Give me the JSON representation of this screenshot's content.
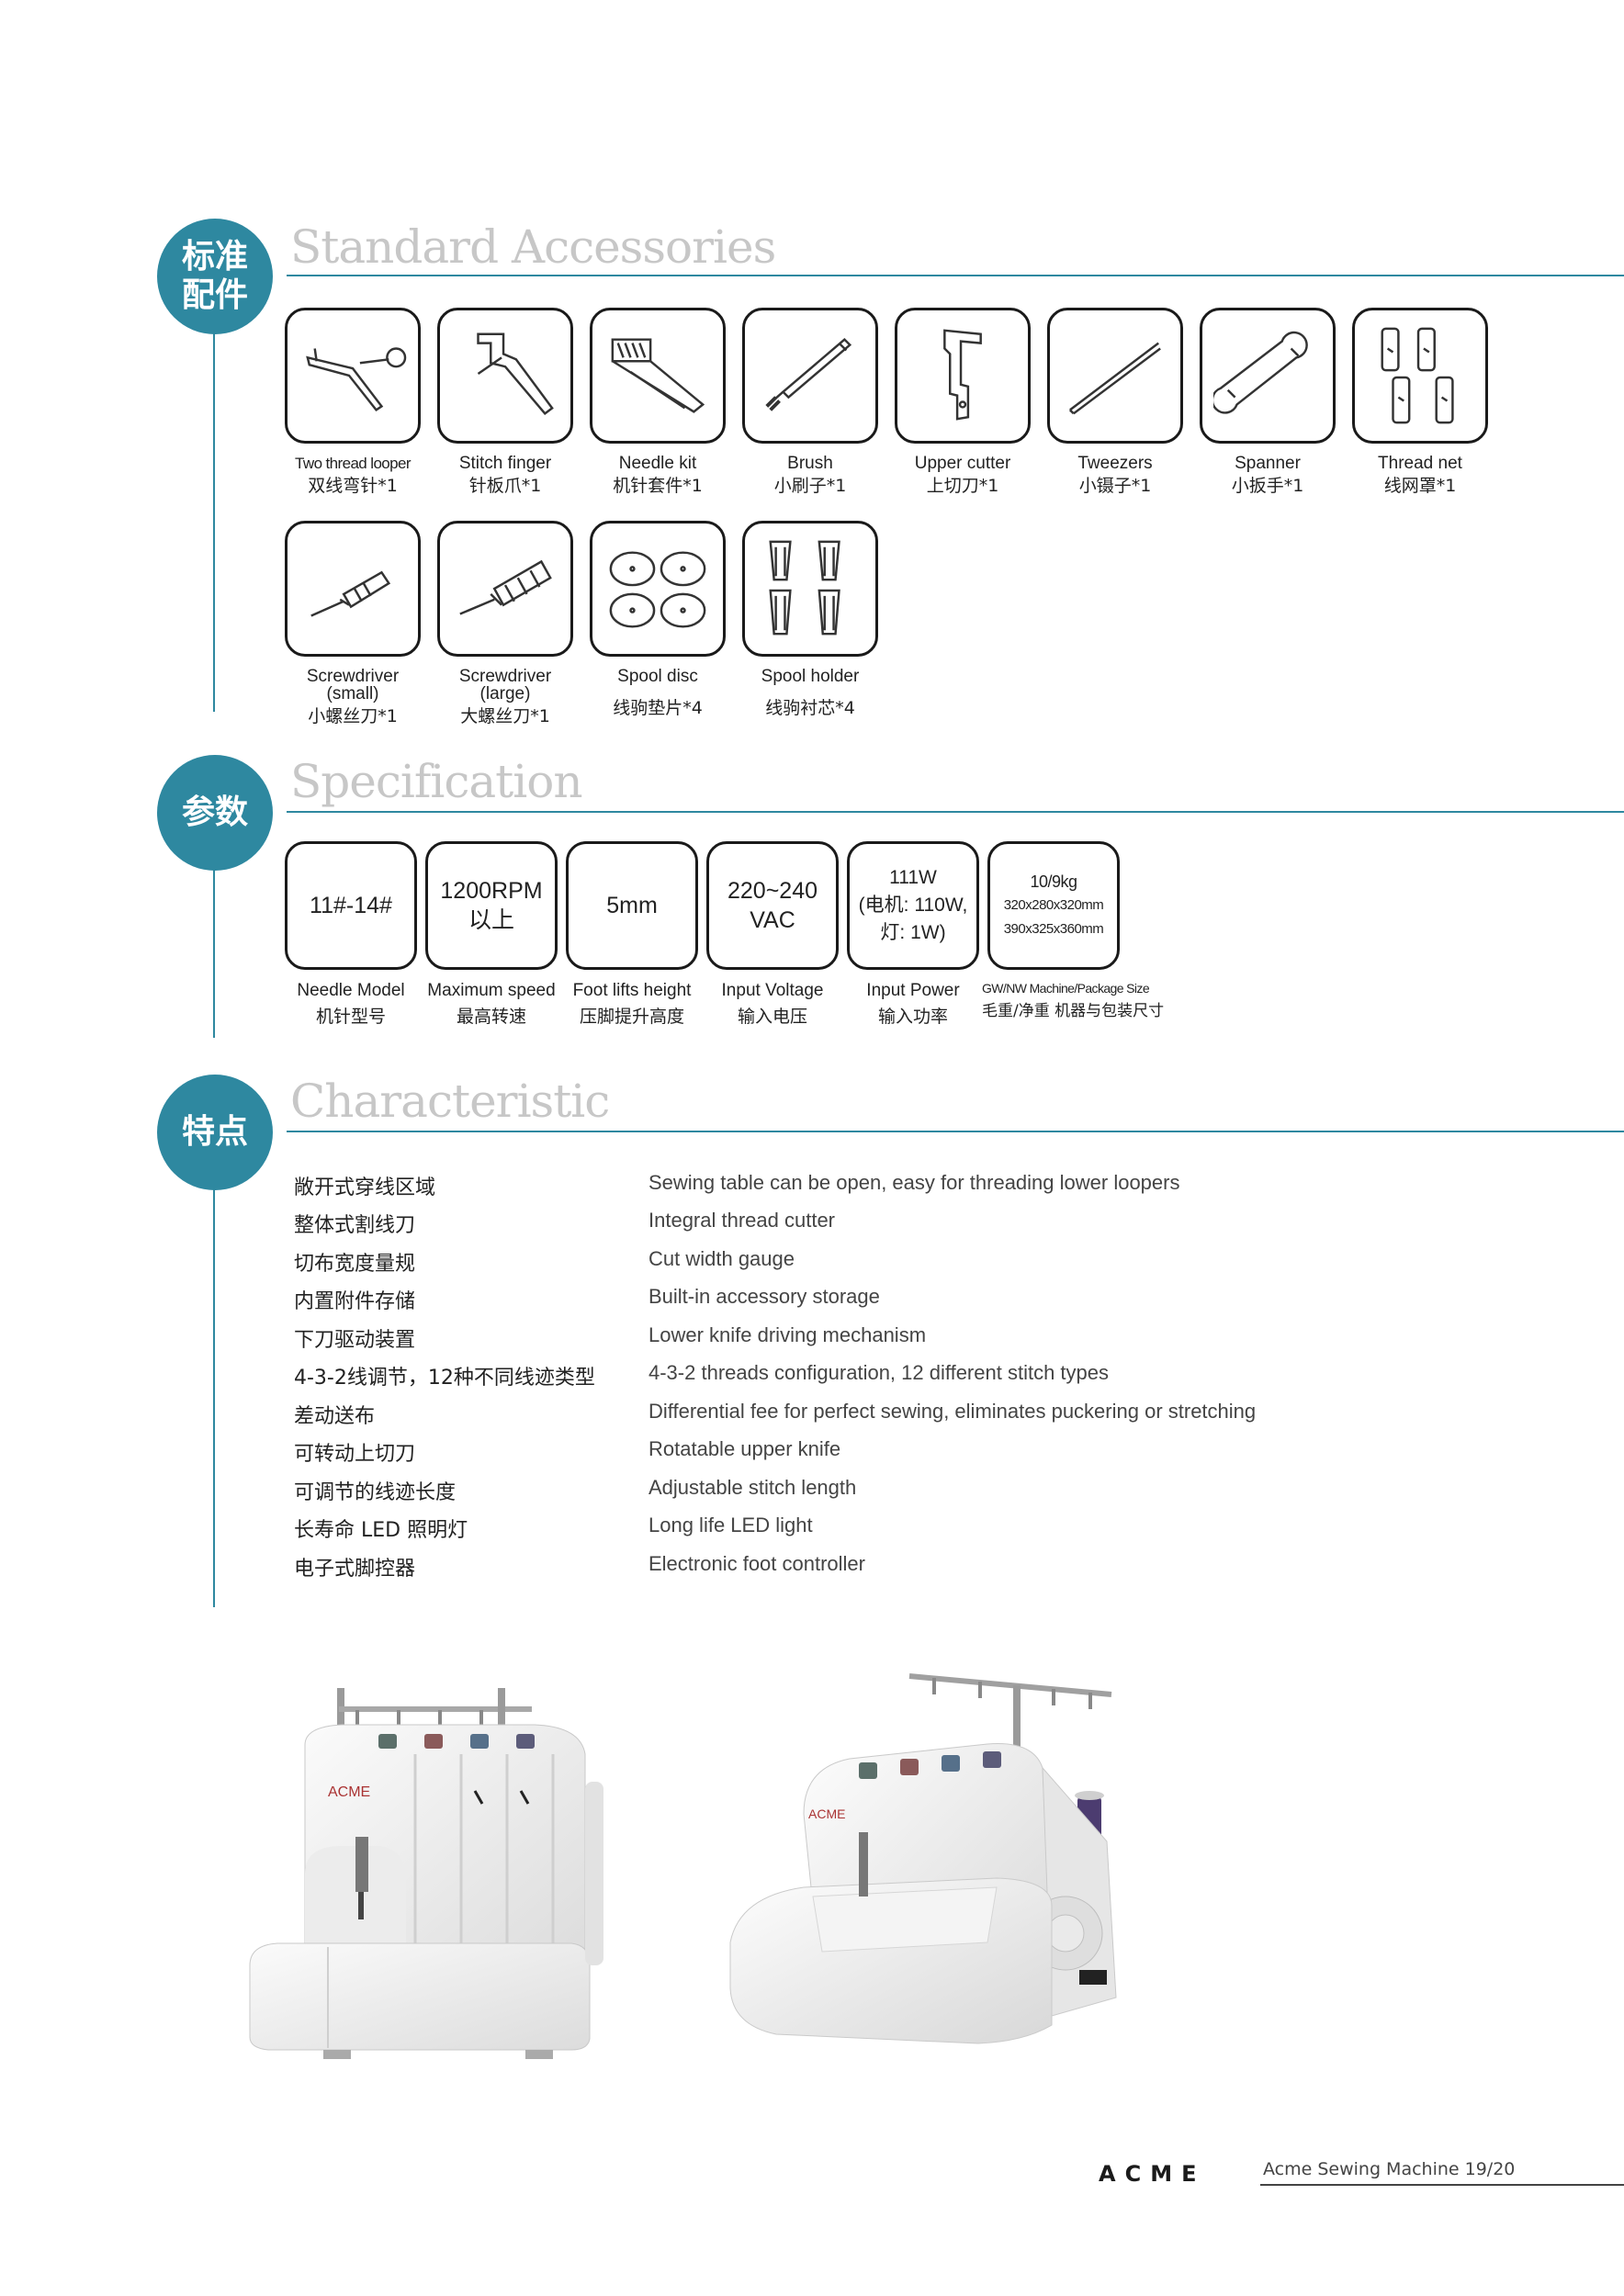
{
  "sections": {
    "accessories": {
      "cn_line1": "标准",
      "cn_line2": "配件",
      "title": "Standard Accessories"
    },
    "specification": {
      "cn": "参数",
      "title": "Specification"
    },
    "characteristic": {
      "cn": "特点",
      "title": "Characteristic"
    }
  },
  "accessories": [
    {
      "en": "Two thread looper",
      "cn": "双线弯针*1",
      "icon": "looper-icon"
    },
    {
      "en": "Stitch finger",
      "cn": "针板爪*1",
      "icon": "stitch-finger-icon"
    },
    {
      "en": "Needle kit",
      "cn": "机针套件*1",
      "icon": "needle-kit-icon"
    },
    {
      "en": "Brush",
      "cn": "小刷子*1",
      "icon": "brush-icon"
    },
    {
      "en": "Upper cutter",
      "cn": "上切刀*1",
      "icon": "upper-cutter-icon"
    },
    {
      "en": "Tweezers",
      "cn": "小镊子*1",
      "icon": "tweezers-icon"
    },
    {
      "en": "Spanner",
      "cn": "小扳手*1",
      "icon": "spanner-icon"
    },
    {
      "en": "Thread net",
      "cn": "线网罩*1",
      "icon": "thread-net-icon"
    },
    {
      "en": "Screwdriver",
      "en2": "(small)",
      "cn": "小螺丝刀*1",
      "icon": "screwdriver-small-icon"
    },
    {
      "en": "Screwdriver",
      "en2": "(large)",
      "cn": "大螺丝刀*1",
      "icon": "screwdriver-large-icon"
    },
    {
      "en": "Spool disc",
      "cn": "线驹垫片*4",
      "icon": "spool-disc-icon"
    },
    {
      "en": "Spool holder",
      "cn": "线驹衬芯*4",
      "icon": "spool-holder-icon"
    }
  ],
  "specs": [
    {
      "value": "11#-14#",
      "en": "Needle Model",
      "cn": "机针型号"
    },
    {
      "value": "1200RPM",
      "value2": "以上",
      "en": "Maximum speed",
      "cn": "最高转速"
    },
    {
      "value": "5mm",
      "en": "Foot lifts height",
      "cn": "压脚提升高度"
    },
    {
      "value": "220~240",
      "value2": "VAC",
      "en": "Input Voltage",
      "cn": "输入电压"
    },
    {
      "value": "111W",
      "value2": "(电机: 110W,",
      "value3": "灯: 1W)",
      "en": "Input Power",
      "cn": "输入功率"
    },
    {
      "value": "10/9kg",
      "value2": "320x280x320mm",
      "value3": "390x325x360mm",
      "en": "GW/NW Machine/Package Size",
      "cn": "毛重/净重 机器与包装尺寸"
    }
  ],
  "characteristics": [
    {
      "cn": "敞开式穿线区域",
      "en": "Sewing table can be open, easy for threading lower loopers"
    },
    {
      "cn": "整体式割线刀",
      "en": "Integral thread cutter"
    },
    {
      "cn": "切布宽度量规",
      "en": "Cut width gauge"
    },
    {
      "cn": "内置附件存储",
      "en": "Built-in accessory storage"
    },
    {
      "cn": "下刀驱动装置",
      "en": "Lower knife driving mechanism"
    },
    {
      "cn": "4-3-2线调节，12种不同线迹类型",
      "en": "4-3-2 threads configuration, 12 different stitch types"
    },
    {
      "cn": "差动送布",
      "en": "Differential fee for perfect sewing, eliminates puckering or stretching"
    },
    {
      "cn": "可转动上切刀",
      "en": "Rotatable upper knife"
    },
    {
      "cn": "可调节的线迹长度",
      "en": "Adjustable stitch length"
    },
    {
      "cn": "长寿命 LED 照明灯",
      "en": "Long life LED light"
    },
    {
      "cn": "电子式脚控器",
      "en": "Electronic foot controller"
    }
  ],
  "machine": {
    "brand": "ACME"
  },
  "footer": {
    "brand": "ACME",
    "text": "Acme Sewing Machine  19/20"
  },
  "colors": {
    "accent": "#2e88a0",
    "title_gray": "#c7c7c7"
  }
}
